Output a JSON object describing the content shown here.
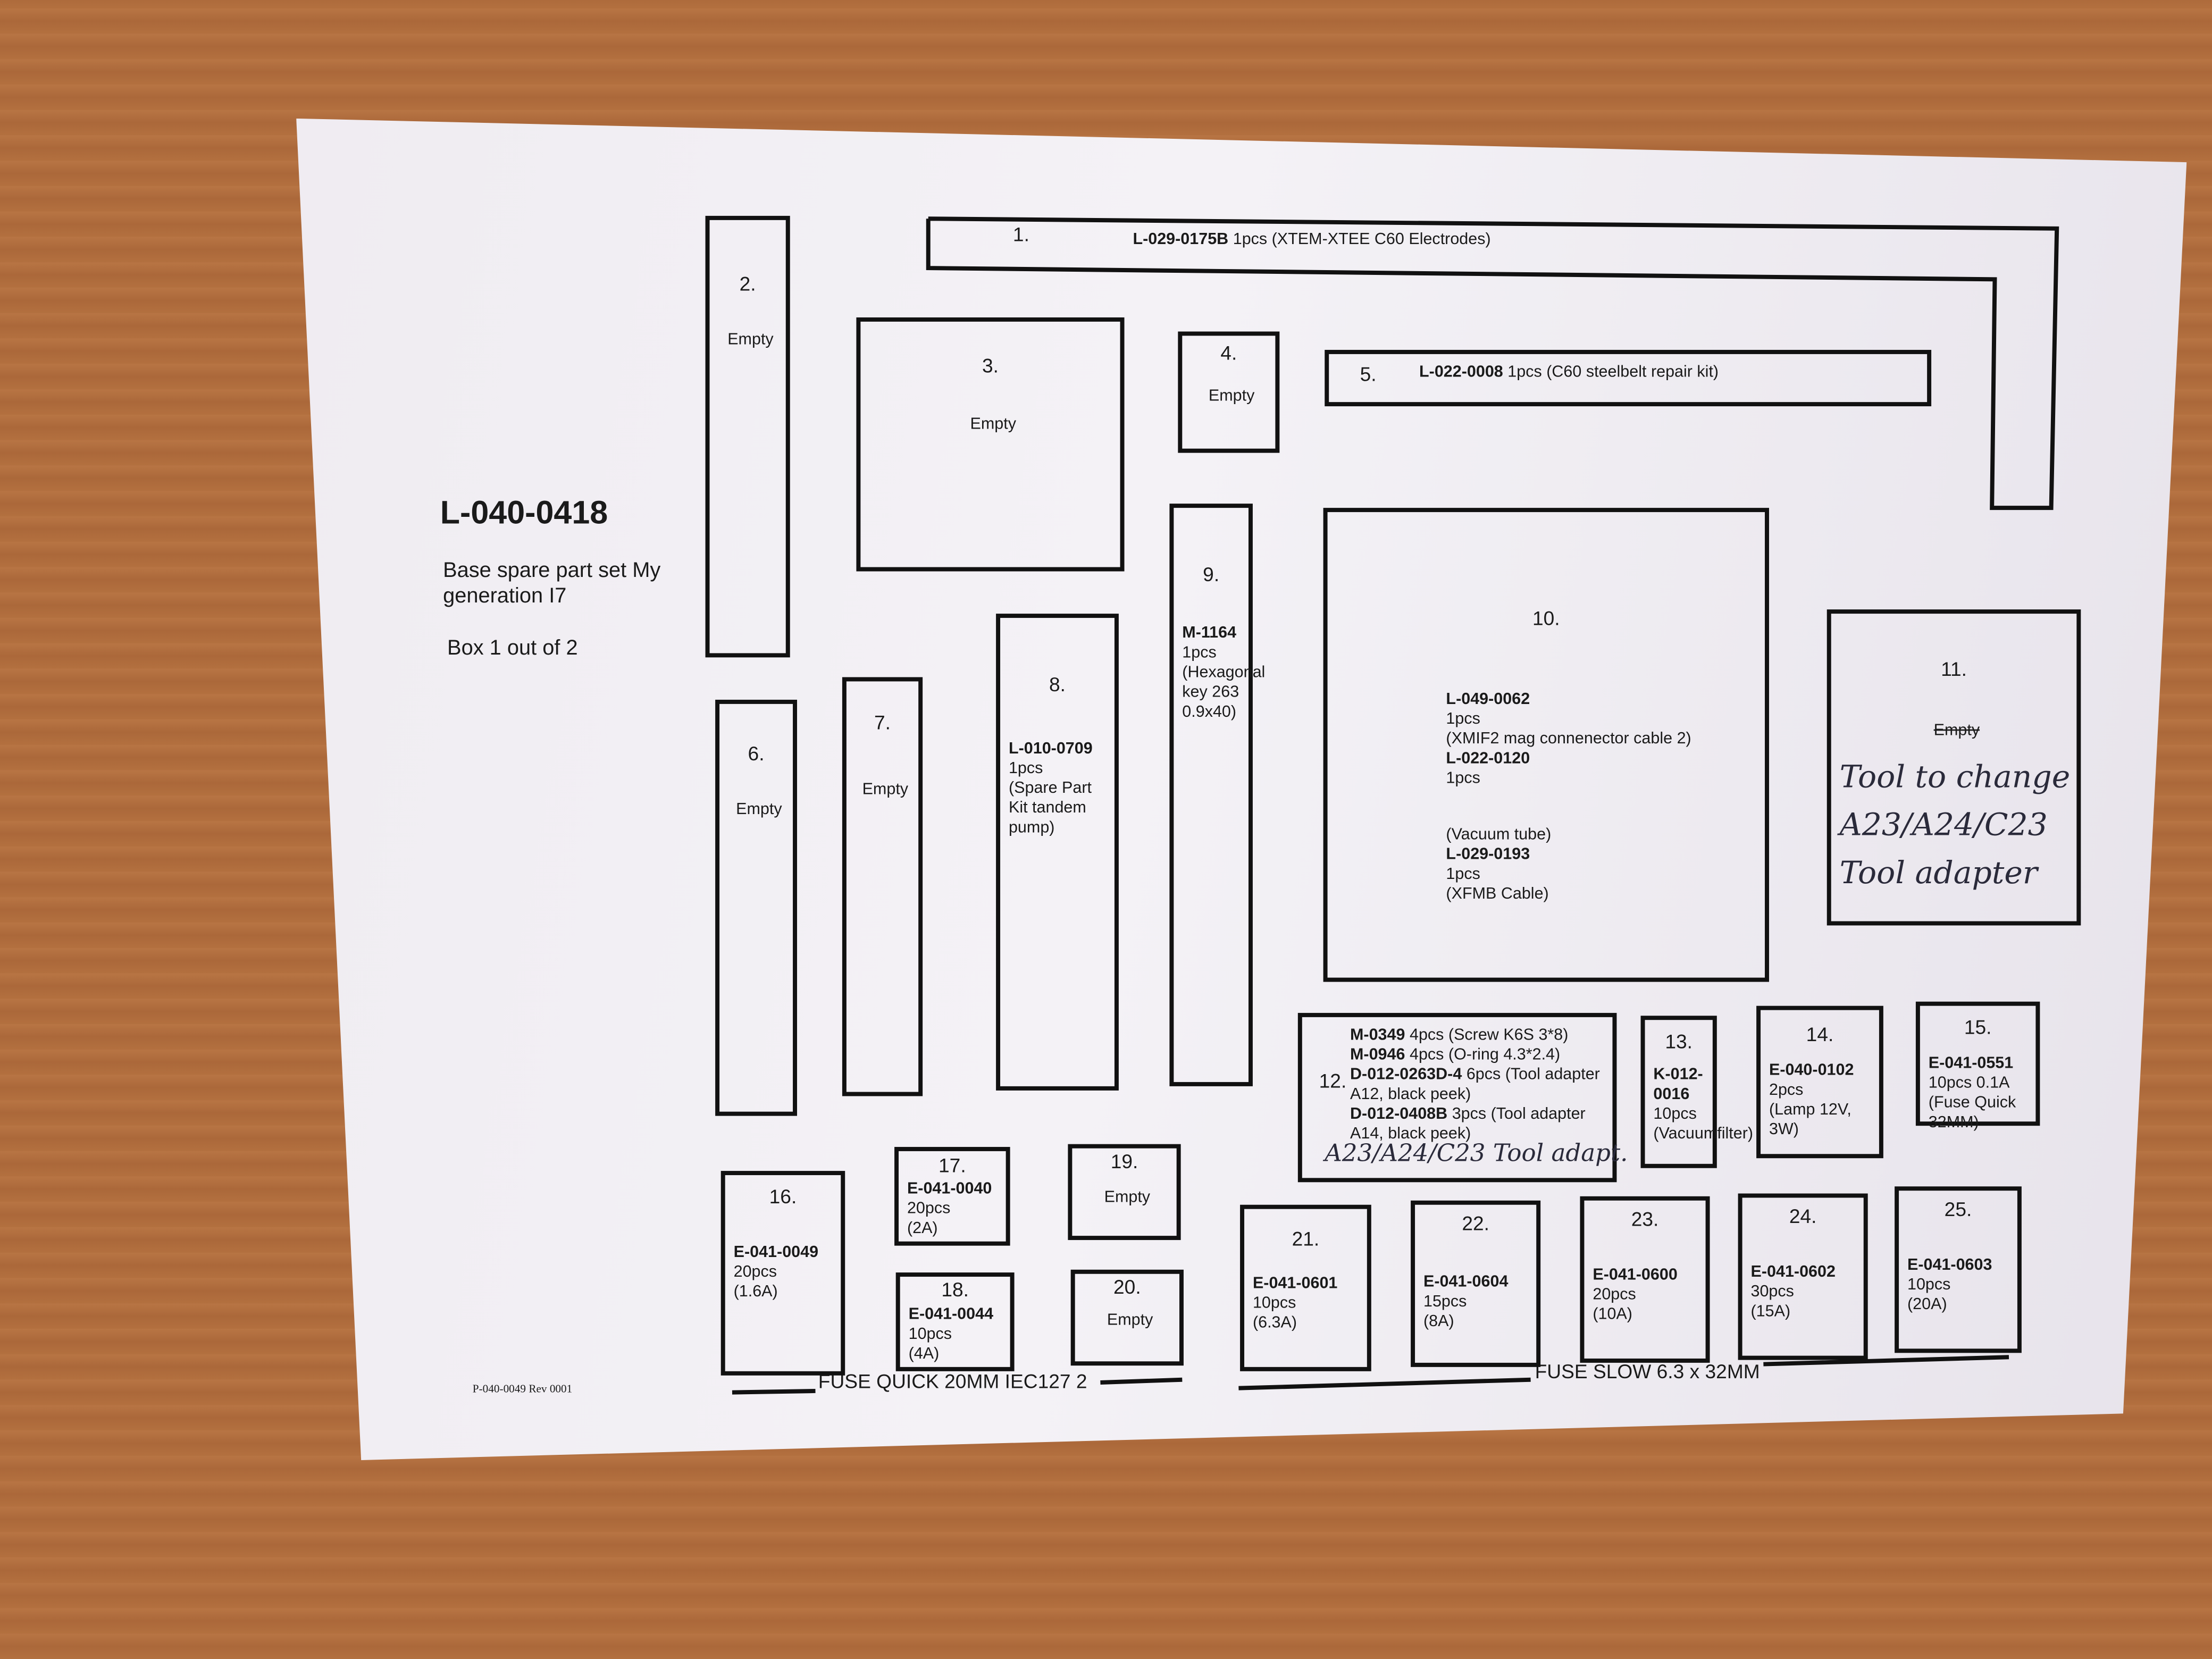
{
  "sheet": {
    "title": "L-040-0418",
    "description": "Base spare part set My generation I7",
    "box_label": "Box 1 out of 2",
    "footer_code": "P-040-0049 Rev 0001",
    "fuse_quick_label": "FUSE QUICK 20MM IEC127 2",
    "fuse_slow_label": "FUSE SLOW 6.3 x 32MM"
  },
  "compartments": [
    {
      "num": "1.",
      "lines": [
        {
          "code": "L-029-0175B",
          "text": "1pcs  (XTEM-XTEE C60 Electrodes)"
        }
      ]
    },
    {
      "num": "2.",
      "lines": [
        {
          "text": "Empty"
        }
      ]
    },
    {
      "num": "3.",
      "lines": [
        {
          "text": "Empty"
        }
      ]
    },
    {
      "num": "4.",
      "lines": [
        {
          "text": "Empty"
        }
      ]
    },
    {
      "num": "5.",
      "lines": [
        {
          "code": "L-022-0008",
          "text": "1pcs (C60 steelbelt repair kit)"
        }
      ]
    },
    {
      "num": "6.",
      "lines": [
        {
          "text": "Empty"
        }
      ]
    },
    {
      "num": "7.",
      "lines": [
        {
          "text": "Empty"
        }
      ]
    },
    {
      "num": "8.",
      "lines": [
        {
          "code": "L-010-0709",
          "text": "1pcs"
        },
        {
          "text": "(Spare Part Kit tandem pump)"
        }
      ]
    },
    {
      "num": "9.",
      "lines": [
        {
          "code": "M-1164",
          "text": "1pcs"
        },
        {
          "text": "(Hexagonal key 263 0.9x40)"
        }
      ]
    },
    {
      "num": "10.",
      "lines": [
        {
          "code": "L-049-0062",
          "text": "1pcs"
        },
        {
          "text": "(XMIF2 mag connenector cable 2)"
        },
        {
          "code": "L-022-0120",
          "text": "1pcs"
        },
        {
          "text": "(Vacuum tube)"
        },
        {
          "code": "L-029-0193",
          "text": "1pcs"
        },
        {
          "text": "(XFMB Cable)"
        }
      ]
    },
    {
      "num": "11.",
      "lines": [
        {
          "text": "Empty",
          "struck": true
        }
      ],
      "handwritten": "Tool to change A23/A24/C23 Tool adapter"
    },
    {
      "num": "12.",
      "lines": [
        {
          "code": "M-0349",
          "text": "4pcs (Screw K6S 3*8)"
        },
        {
          "code": "M-0946",
          "text": "4pcs (O-ring 4.3*2.4)"
        },
        {
          "code": "D-012-0263D-4",
          "text": "6pcs (Tool adapter A12, black peek)"
        },
        {
          "code": "D-012-0408B",
          "text": "3pcs (Tool adapter A14, black peek)"
        }
      ],
      "handwritten": "A23/A24/C23 Tool adapt."
    },
    {
      "num": "13.",
      "lines": [
        {
          "code": "K-012-0016",
          "text": "10pcs"
        },
        {
          "text": "(Vacuumfilter)"
        }
      ]
    },
    {
      "num": "14.",
      "lines": [
        {
          "code": "E-040-0102",
          "text": "2pcs"
        },
        {
          "text": "(Lamp 12V, 3W)"
        }
      ]
    },
    {
      "num": "15.",
      "lines": [
        {
          "code": "E-041-0551",
          "text": "10pcs 0.1A"
        },
        {
          "text": "(Fuse Quick 32MM)"
        }
      ]
    },
    {
      "num": "16.",
      "lines": [
        {
          "code": "E-041-0049",
          "text": "20pcs"
        },
        {
          "text": "(1.6A)"
        }
      ]
    },
    {
      "num": "17.",
      "lines": [
        {
          "code": "E-041-0040",
          "text": "20pcs"
        },
        {
          "text": "(2A)"
        }
      ]
    },
    {
      "num": "18.",
      "lines": [
        {
          "code": "E-041-0044",
          "text": "10pcs"
        },
        {
          "text": "(4A)"
        }
      ]
    },
    {
      "num": "19.",
      "lines": [
        {
          "text": "Empty"
        }
      ]
    },
    {
      "num": "20.",
      "lines": [
        {
          "text": "Empty"
        }
      ]
    },
    {
      "num": "21.",
      "lines": [
        {
          "code": "E-041-0601",
          "text": "10pcs"
        },
        {
          "text": "(6.3A)"
        }
      ]
    },
    {
      "num": "22.",
      "lines": [
        {
          "code": "E-041-0604",
          "text": "15pcs"
        },
        {
          "text": "(8A)"
        }
      ]
    },
    {
      "num": "23.",
      "lines": [
        {
          "code": "E-041-0600",
          "text": "20pcs"
        },
        {
          "text": "(10A)"
        }
      ]
    },
    {
      "num": "24.",
      "lines": [
        {
          "code": "E-041-0602",
          "text": "30pcs"
        },
        {
          "text": "(15A)"
        }
      ]
    },
    {
      "num": "25.",
      "lines": [
        {
          "code": "E-041-0603",
          "text": "10pcs"
        },
        {
          "text": "(20A)"
        }
      ]
    }
  ]
}
